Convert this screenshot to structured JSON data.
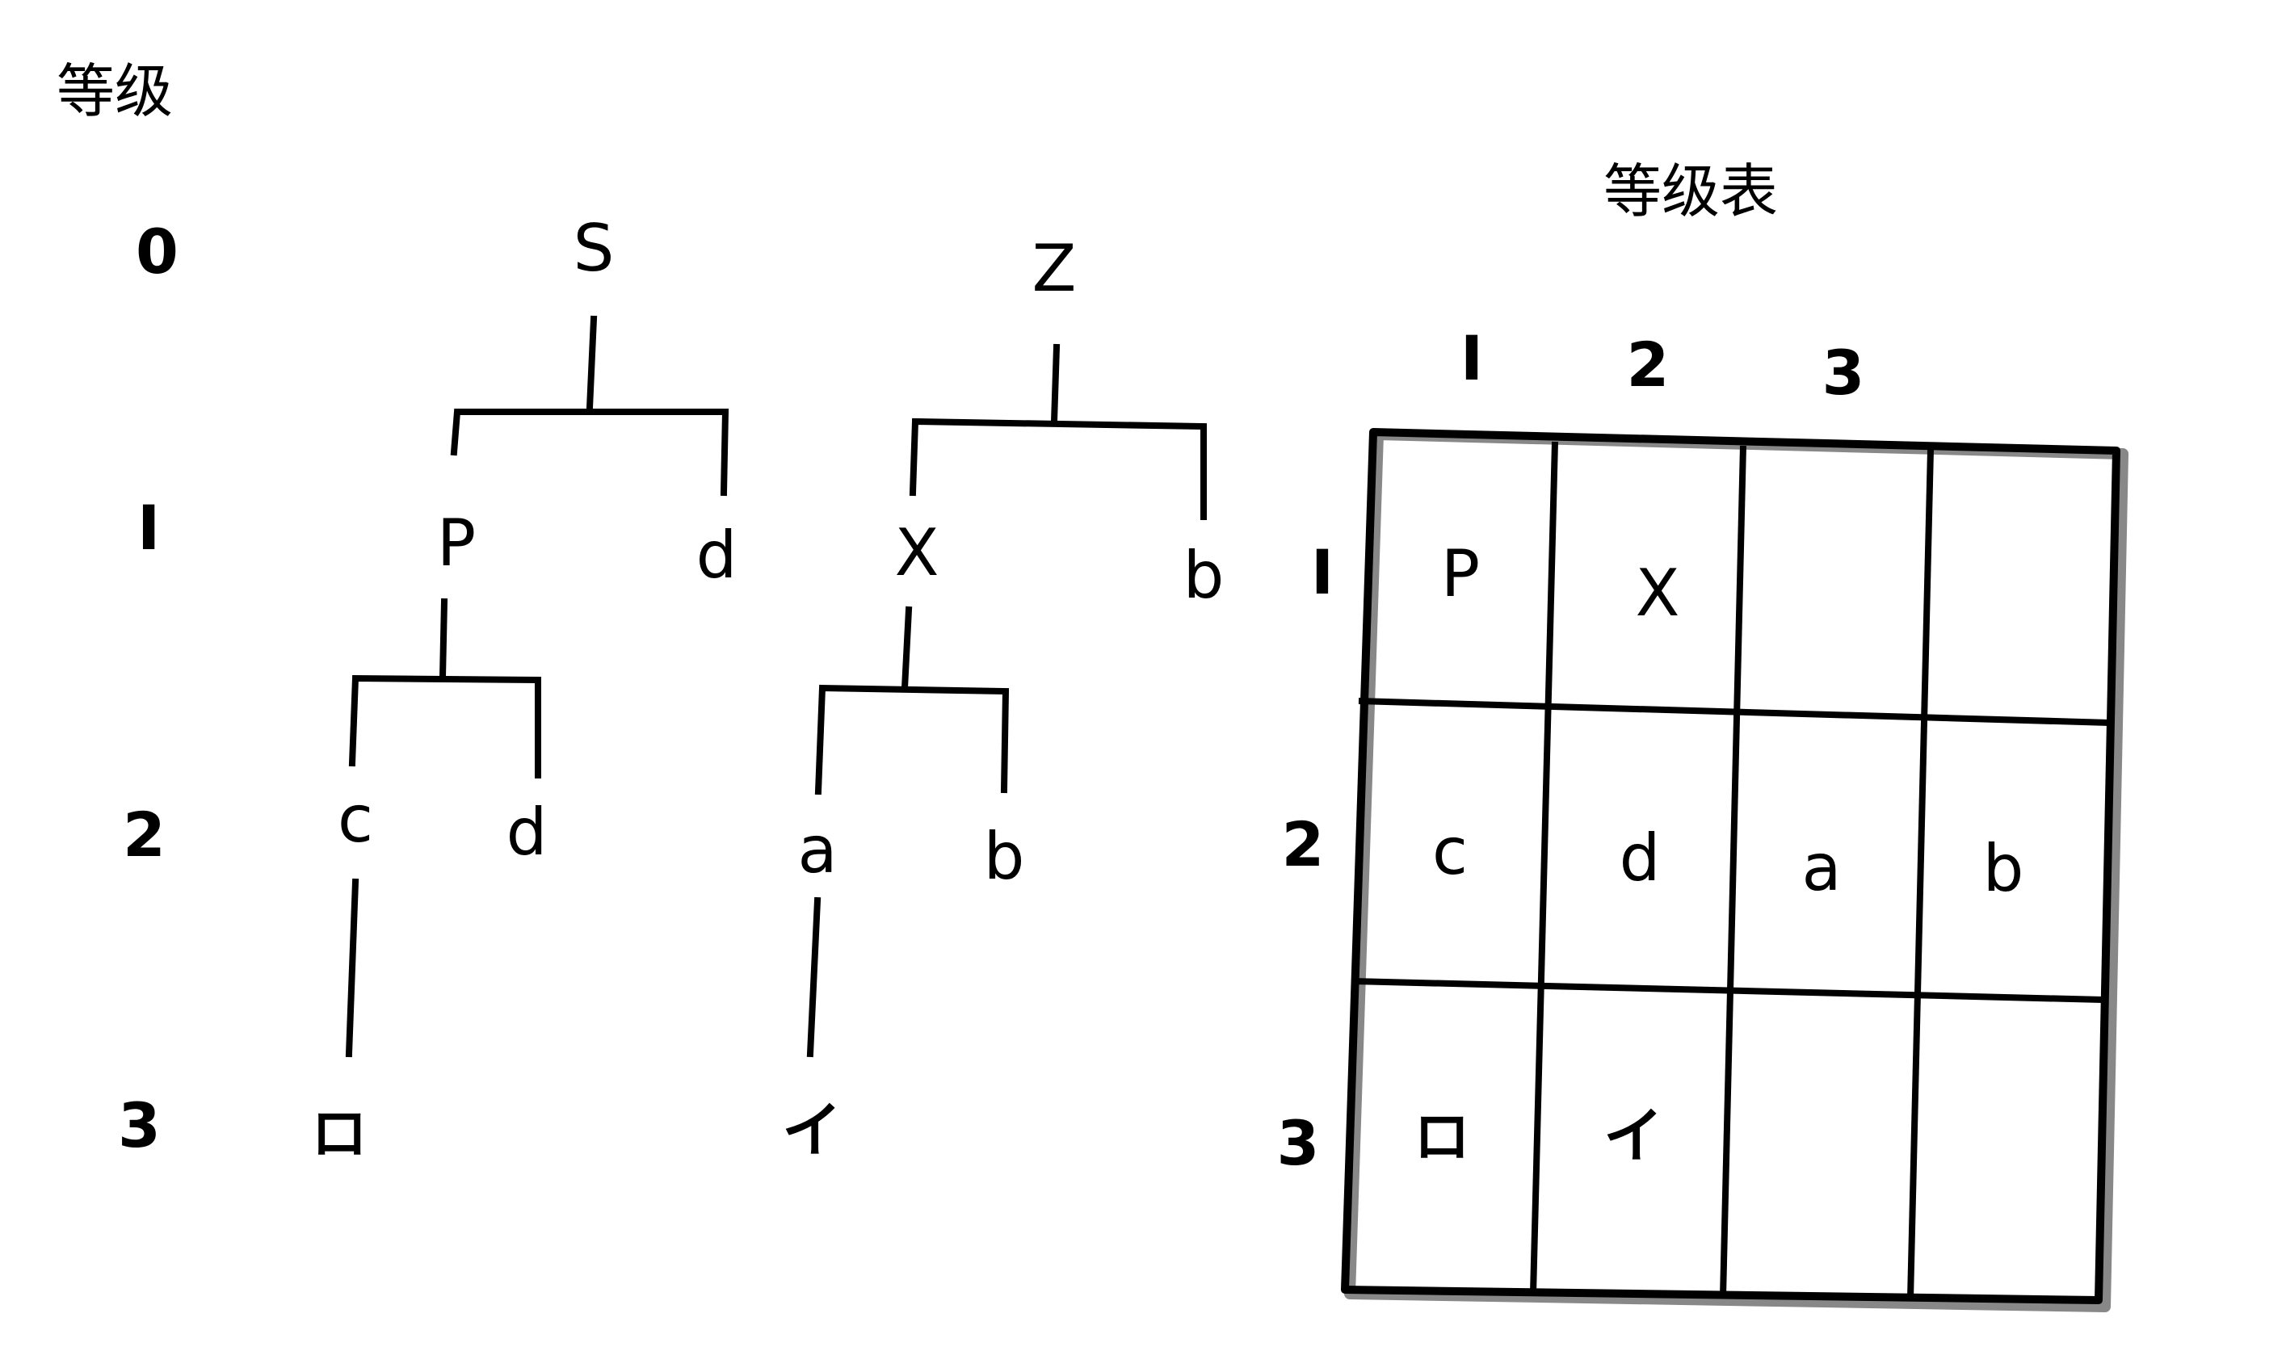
{
  "header": {
    "level_title": "等级",
    "table_title": "等级表"
  },
  "levels": [
    "0",
    "I",
    "2",
    "3"
  ],
  "tree_s": {
    "root": "S",
    "level1": [
      "P",
      "d"
    ],
    "level2": [
      "c",
      "d"
    ],
    "level3": [
      "ロ"
    ]
  },
  "tree_z": {
    "root": "Z",
    "level1": [
      "X",
      "b"
    ],
    "level2": [
      "a",
      "b"
    ],
    "level3": [
      "イ"
    ]
  },
  "table": {
    "col_headers": [
      "I",
      "2",
      "3"
    ],
    "row_headers": [
      "I",
      "2",
      "3"
    ],
    "rows": [
      [
        "P",
        "X",
        "",
        ""
      ],
      [
        "c",
        "d",
        "a",
        "b"
      ],
      [
        "ロ",
        "イ",
        "",
        ""
      ]
    ]
  }
}
